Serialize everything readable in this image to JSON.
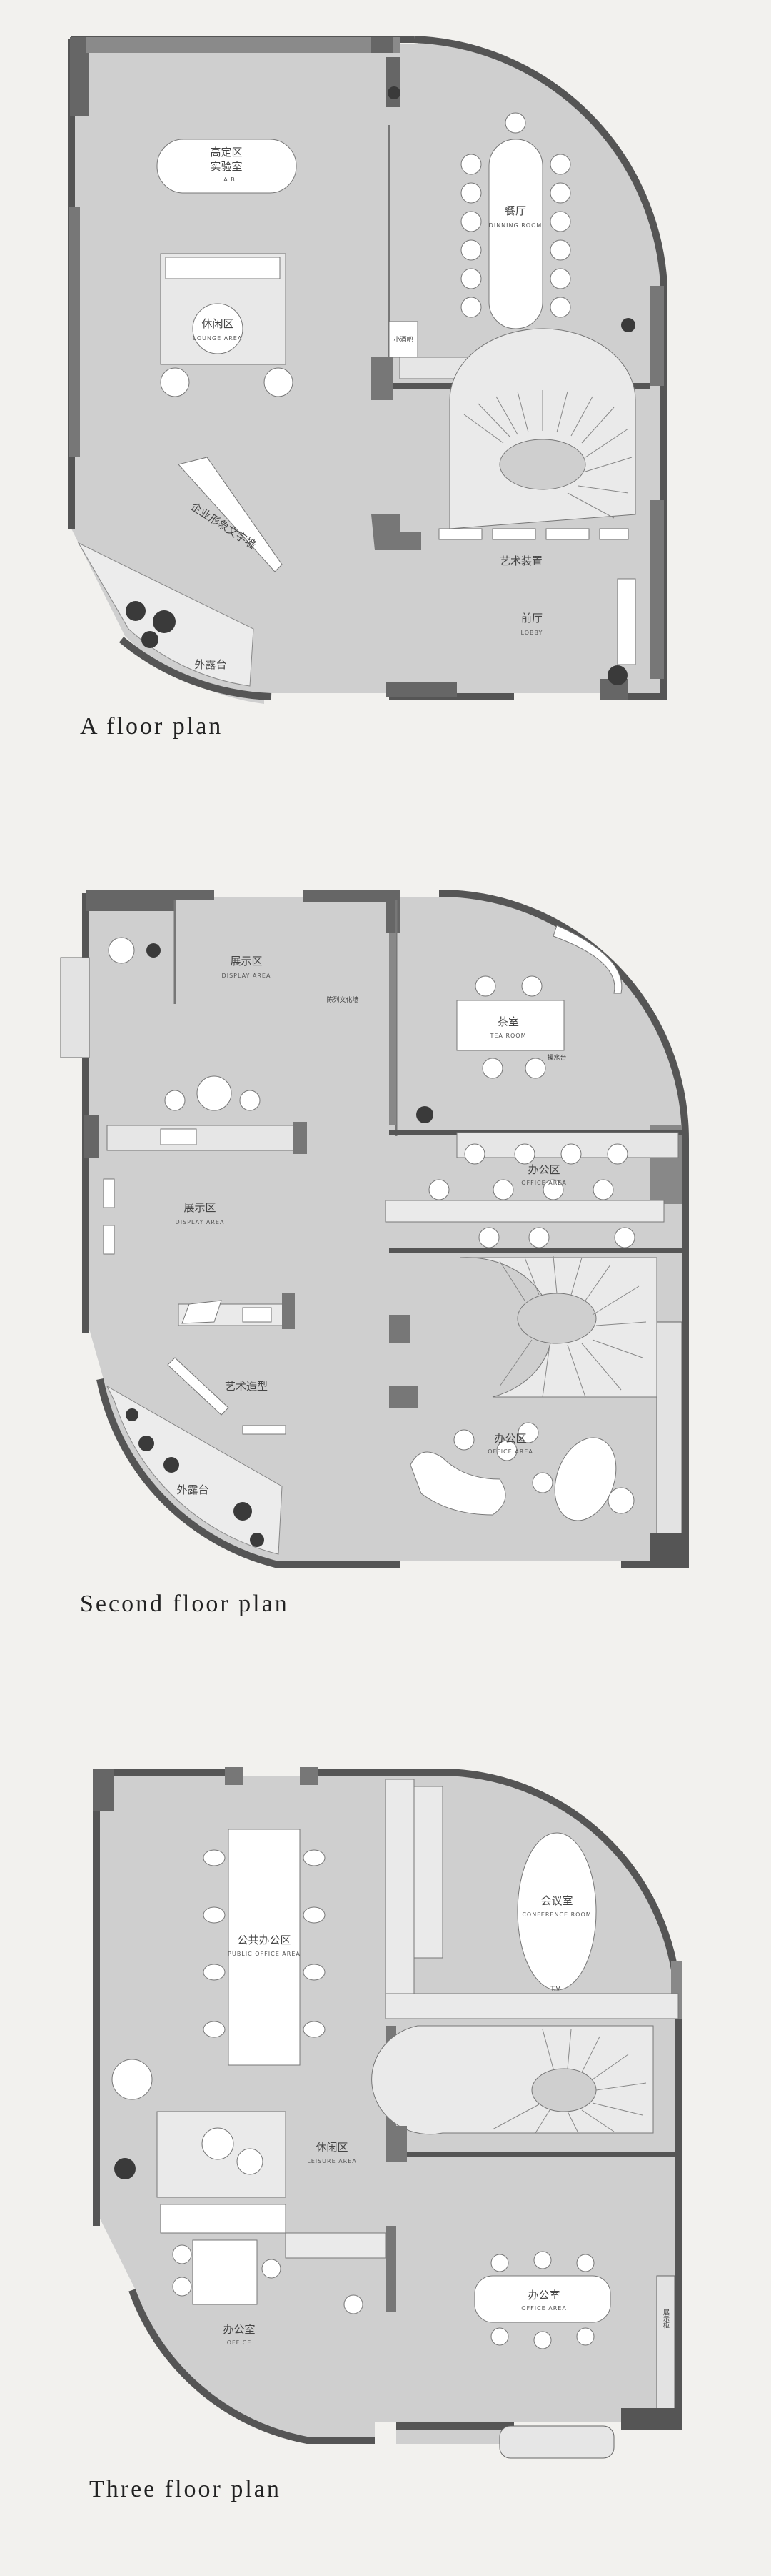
{
  "plans": [
    {
      "caption": "A floor plan",
      "labels": {
        "lab_cn": "高定区",
        "lab_cn2": "实验室",
        "lab_en": "L A B",
        "lounge_cn": "休闲区",
        "lounge_en": "LOUNGE AREA",
        "dining_cn": "餐厅",
        "dining_en": "DINNING ROOM",
        "bar": "小酒吧",
        "art_cn": "艺术装置",
        "lobby_cn": "前厅",
        "lobby_en": "LOBBY",
        "wall_cn": "企业形象文字墙",
        "terrace_cn": "外露台"
      }
    },
    {
      "caption": "Second floor plan",
      "labels": {
        "display_top_cn": "展示区",
        "display_top_en": "DISPLAY AREA",
        "display_note": "陈列文化墙",
        "tea_cn": "茶室",
        "tea_en": "TEA ROOM",
        "tea_note": "操水台",
        "office1_cn": "办公区",
        "office1_en": "OFFICE AREA",
        "display_mid_cn": "展示区",
        "display_mid_en": "DISPLAY AREA",
        "art_cn": "艺术造型",
        "office2_cn": "办公区",
        "office2_en": "OFFICE AREA",
        "terrace_cn": "外露台"
      }
    },
    {
      "caption": "Three floor plan",
      "labels": {
        "public_cn": "公共办公区",
        "public_en": "PUBLIC OFFICE AREA",
        "conf_cn": "会议室",
        "conf_en": "CONFERENCE ROOM",
        "tv": "T.V",
        "leisure_cn": "休闲区",
        "leisure_en": "LEISURE AREA",
        "office_cn": "办公室",
        "office_en": "OFFICE",
        "office_area_cn": "办公室",
        "office_area_en": "OFFICE AREA",
        "cabinet_cn": "展示柜"
      }
    }
  ],
  "colors": {
    "floor": "#cfcfcf",
    "wall": "#555555",
    "furniture": "#ffffff",
    "line": "#6b6b6b",
    "background": "#f2f1ee",
    "plant": "#3a3a3a"
  }
}
